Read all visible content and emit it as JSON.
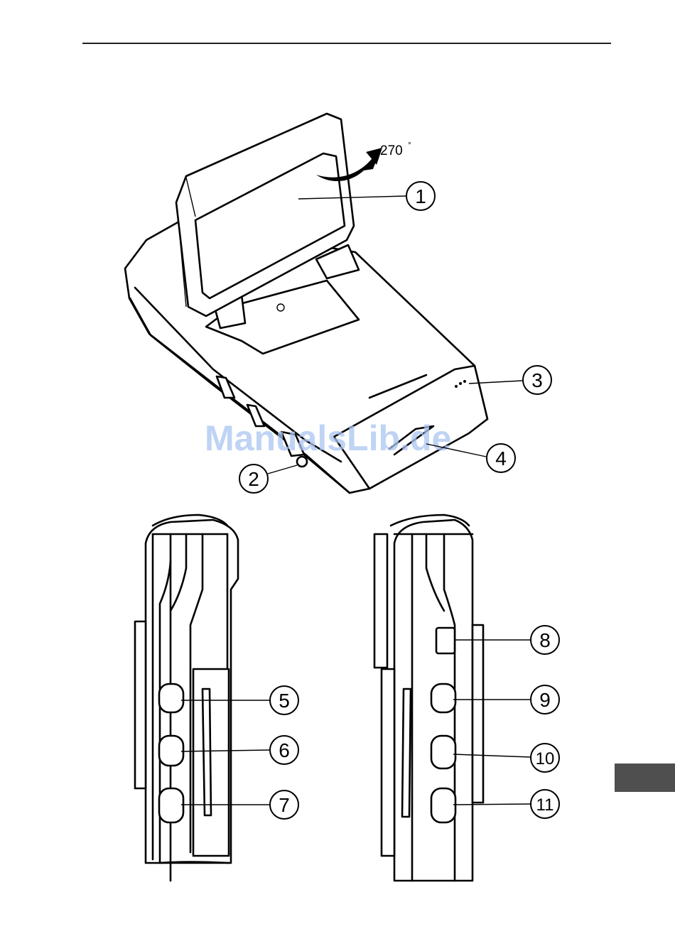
{
  "diagram": {
    "rotation_label": "270",
    "degree_mark": "°",
    "watermark": "ManualsLib.de",
    "callouts": [
      "1",
      "2",
      "3",
      "4",
      "5",
      "6",
      "7",
      "8",
      "9",
      "10",
      "11"
    ]
  },
  "colors": {
    "line": "#000000",
    "tab": "#4f4f4f",
    "watermark": "#a9c4f0"
  }
}
